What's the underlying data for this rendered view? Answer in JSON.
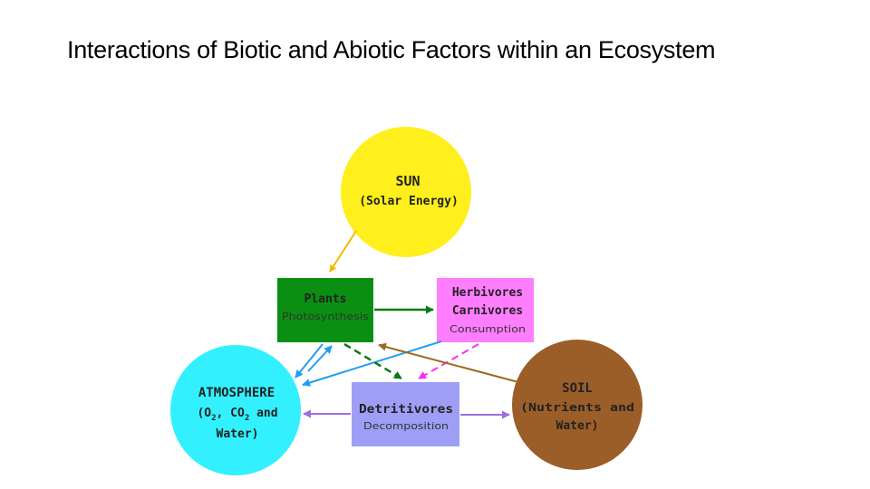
{
  "title": "Interactions of Biotic and Abiotic Factors within an Ecosystem",
  "colors": {
    "sun": "#ffef1c",
    "plants": "#0a8f12",
    "consumers": "#ff7dff",
    "atmosphere": "#33f0ff",
    "detritivores": "#9e9ef7",
    "soil": "#9b5e28",
    "arrow_yellow": "#f5b800",
    "arrow_green": "#0b7a14",
    "arrow_blue": "#1f9ef0",
    "arrow_pink": "#ff2bf0",
    "arrow_brown": "#9a6a1e",
    "arrow_purple": "#9f6ee0"
  },
  "nodes": {
    "sun": {
      "line1": "SUN",
      "line2": "(Solar Energy)"
    },
    "plants": {
      "name": "Plants",
      "process": "Photosynthesis"
    },
    "consumers": {
      "line1": "Herbivores",
      "line2": "Carnivores",
      "process": "Consumption"
    },
    "atmosphere": {
      "line1": "ATMOSPHERE",
      "line2_pre": "(O",
      "sub1": "2",
      "line2_mid": ", CO",
      "sub2": "2",
      "line2_post": " and",
      "line3": "Water)"
    },
    "detritivores": {
      "name": "Detritivores",
      "process": "Decomposition"
    },
    "soil": {
      "line1": "SOIL",
      "line2": "(Nutrients and",
      "line3": "Water)"
    }
  }
}
